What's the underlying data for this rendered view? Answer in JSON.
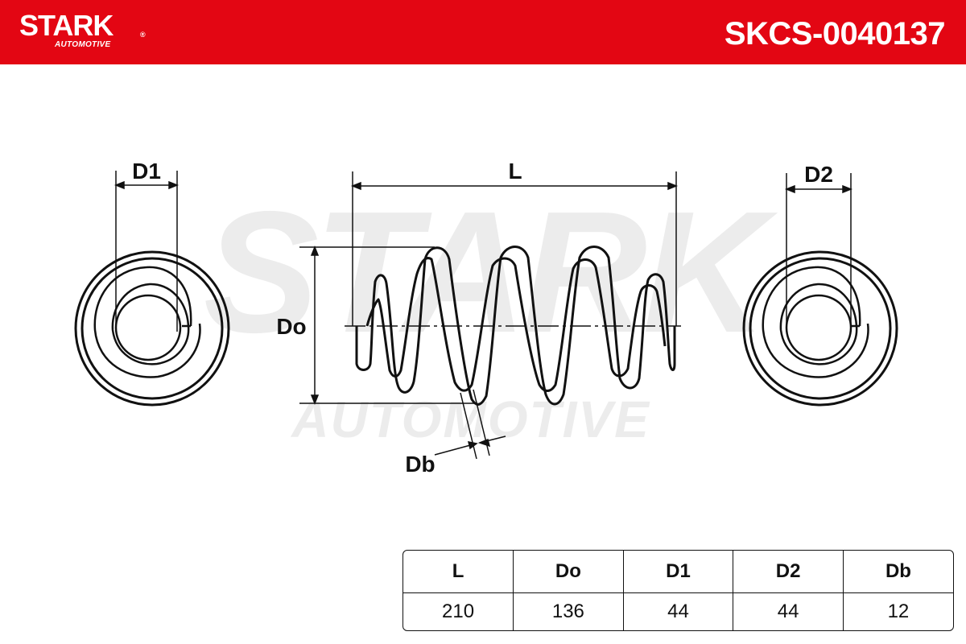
{
  "header": {
    "brand": "STARK",
    "brand_sub": "AUTOMOTIVE",
    "part_number": "SKCS-0040137",
    "color": "#e30613"
  },
  "diagram": {
    "labels": {
      "d1": "D1",
      "l": "L",
      "d2": "D2",
      "do": "Do",
      "db": "Db"
    },
    "watermark": "STARK AUTOMOTIVE"
  },
  "specs": {
    "headers": [
      "L",
      "Do",
      "D1",
      "D2",
      "Db"
    ],
    "values": [
      "210",
      "136",
      "44",
      "44",
      "12"
    ]
  }
}
